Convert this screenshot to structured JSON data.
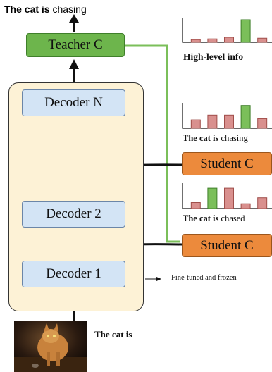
{
  "output_text": {
    "bold": "The cat is",
    "rest": " chasing"
  },
  "teacher": {
    "label": "Teacher C"
  },
  "decoders": {
    "n": "Decoder N",
    "two": "Decoder 2",
    "one": "Decoder 1"
  },
  "students": {
    "upper": "Student C",
    "lower": "Student C"
  },
  "captions": {
    "high_level": "High-level info",
    "upper_bold": "The cat is",
    "upper_rest": " chasing",
    "lower_bold": "The cat is",
    "lower_rest": " chased",
    "input": "The cat is",
    "frozen_note": "Fine-tuned and frozen"
  },
  "colors": {
    "teacher": "#6db54c",
    "student": "#ec8a3c",
    "decoder": "#d3e4f5",
    "panel": "#fdf2d6",
    "bar_red": "#d9908e",
    "bar_green": "#7bbf5a",
    "skip_line": "#7bbf5a"
  },
  "histograms": [
    {
      "bars": [
        {
          "h": 0.12,
          "c": "red"
        },
        {
          "h": 0.15,
          "c": "red"
        },
        {
          "h": 0.22,
          "c": "red"
        },
        {
          "h": 1.0,
          "c": "green"
        },
        {
          "h": 0.18,
          "c": "red"
        }
      ]
    },
    {
      "bars": [
        {
          "h": 0.35,
          "c": "red"
        },
        {
          "h": 0.55,
          "c": "red"
        },
        {
          "h": 0.55,
          "c": "red"
        },
        {
          "h": 0.95,
          "c": "green"
        },
        {
          "h": 0.4,
          "c": "red"
        }
      ]
    },
    {
      "bars": [
        {
          "h": 0.25,
          "c": "red"
        },
        {
          "h": 0.85,
          "c": "green"
        },
        {
          "h": 0.85,
          "c": "red"
        },
        {
          "h": 0.2,
          "c": "red"
        },
        {
          "h": 0.45,
          "c": "red"
        }
      ]
    }
  ]
}
